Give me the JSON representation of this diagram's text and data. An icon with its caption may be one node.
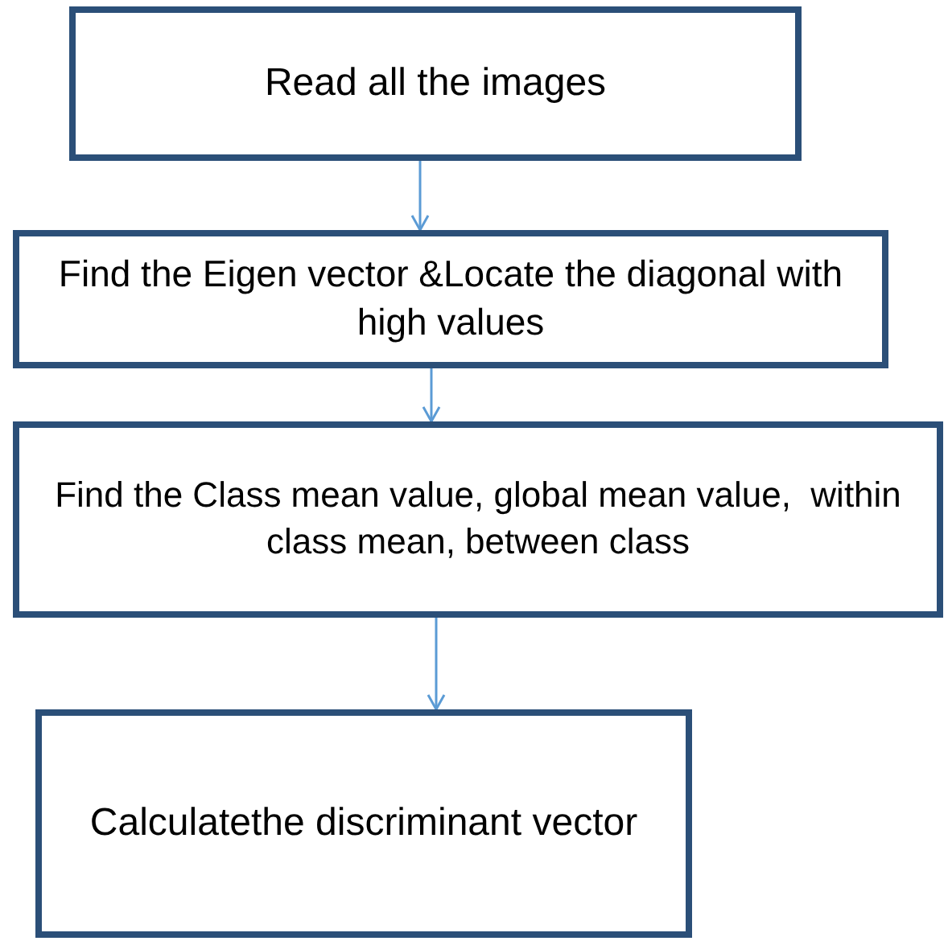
{
  "diagram": {
    "nodes": [
      {
        "text": [
          "Read all the images"
        ]
      },
      {
        "text": [
          "Find the Eigen vector &Locate the diagonal with high values"
        ]
      },
      {
        "text": [
          "Find the Class mean value, global mean value,  within class mean, between class"
        ]
      },
      {
        "text": [
          "Calculatethe discriminant vector"
        ]
      }
    ],
    "edges": [
      {
        "from": 0,
        "to": 1,
        "arrow": "to"
      },
      {
        "from": 1,
        "to": 2,
        "arrow": "to"
      },
      {
        "from": 2,
        "to": 3,
        "arrow": "to"
      }
    ]
  }
}
